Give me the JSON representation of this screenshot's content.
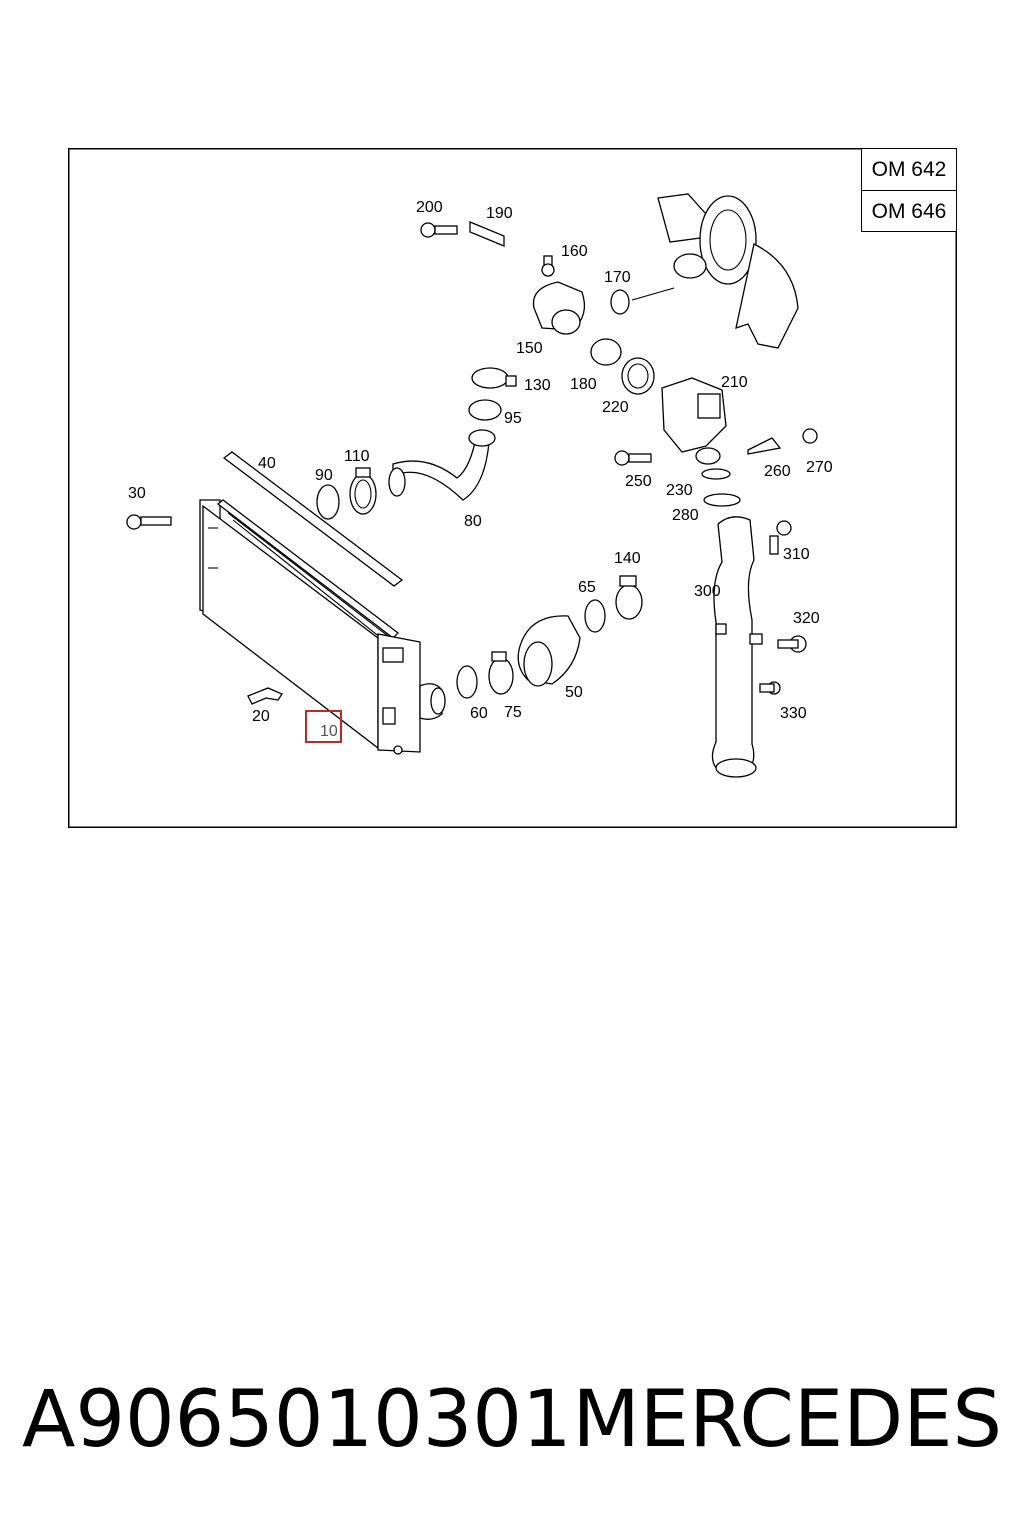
{
  "models": [
    "OM 642",
    "OM 646"
  ],
  "callouts": [
    {
      "id": "200",
      "label": "200"
    },
    {
      "id": "190",
      "label": "190"
    },
    {
      "id": "160",
      "label": "160"
    },
    {
      "id": "170",
      "label": "170"
    },
    {
      "id": "150",
      "label": "150"
    },
    {
      "id": "130",
      "label": "130"
    },
    {
      "id": "180",
      "label": "180"
    },
    {
      "id": "210",
      "label": "210"
    },
    {
      "id": "220",
      "label": "220"
    },
    {
      "id": "95",
      "label": "95"
    },
    {
      "id": "110",
      "label": "110"
    },
    {
      "id": "40",
      "label": "40"
    },
    {
      "id": "90",
      "label": "90"
    },
    {
      "id": "80",
      "label": "80"
    },
    {
      "id": "30",
      "label": "30"
    },
    {
      "id": "250",
      "label": "250"
    },
    {
      "id": "230",
      "label": "230"
    },
    {
      "id": "260",
      "label": "260"
    },
    {
      "id": "270",
      "label": "270"
    },
    {
      "id": "280",
      "label": "280"
    },
    {
      "id": "310",
      "label": "310"
    },
    {
      "id": "140",
      "label": "140"
    },
    {
      "id": "65",
      "label": "65"
    },
    {
      "id": "300",
      "label": "300"
    },
    {
      "id": "320",
      "label": "320"
    },
    {
      "id": "50",
      "label": "50"
    },
    {
      "id": "60",
      "label": "60"
    },
    {
      "id": "75",
      "label": "75"
    },
    {
      "id": "20",
      "label": "20"
    },
    {
      "id": "10",
      "label": "10"
    },
    {
      "id": "330",
      "label": "330"
    }
  ],
  "highlighted_callout": "10",
  "colors": {
    "highlight": "#cc2222",
    "line": "#000000",
    "background": "#ffffff"
  },
  "footer": {
    "part_number": "A9065010301",
    "brand": "MERCEDES"
  }
}
